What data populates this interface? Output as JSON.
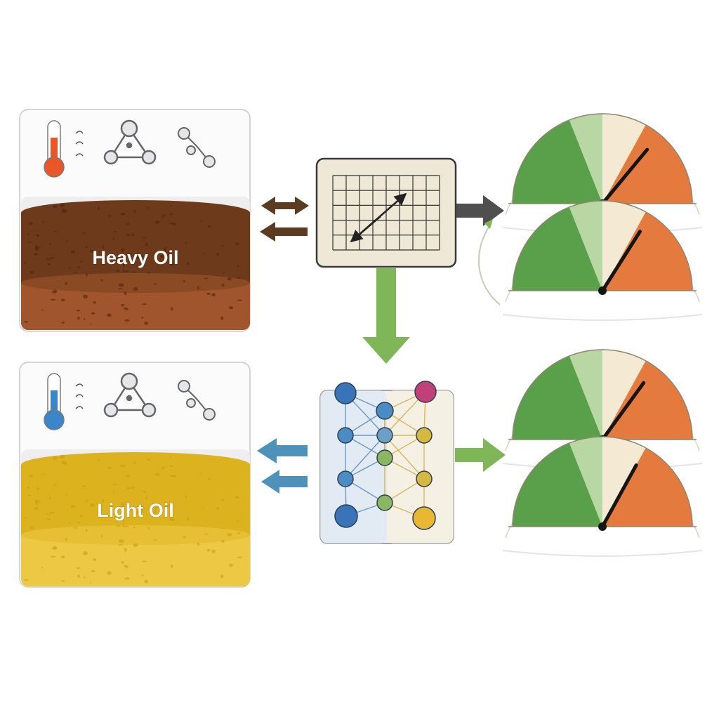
{
  "oils": [
    {
      "label": "Heavy Oil",
      "thermometer_color": "#e8572a",
      "top_color": "#6e3a1c",
      "bottom_color": "#a0552c",
      "speckle_color": "#4a2410",
      "label_stroke": "#5a2c12"
    },
    {
      "label": "Light Oil",
      "thermometer_color": "#3a86c8",
      "top_color": "#dcb21e",
      "bottom_color": "#edc845",
      "speckle_color": "#c69a10",
      "label_stroke": "#b58d12"
    }
  ],
  "icons": [
    "thermometer-icon",
    "molecule-icon",
    "small-molecule-icon",
    "graph-panel-icon",
    "neural-network-icon",
    "gauge-icon"
  ],
  "colors": {
    "arrow_brown": "#5b3b22",
    "arrow_blue": "#4e92bb",
    "arrow_green": "#7fb658",
    "arrow_gray": "#4f4f4f",
    "gauge_green": "#5aa04a",
    "gauge_cream": "#f4ead4",
    "gauge_orange": "#e57a3e",
    "panel_bg": "#efe8d6"
  },
  "gauges": [
    {
      "needle_fraction": 0.72
    },
    {
      "needle_fraction": 0.68
    },
    {
      "needle_fraction": 0.7
    },
    {
      "needle_fraction": 0.66
    }
  ]
}
